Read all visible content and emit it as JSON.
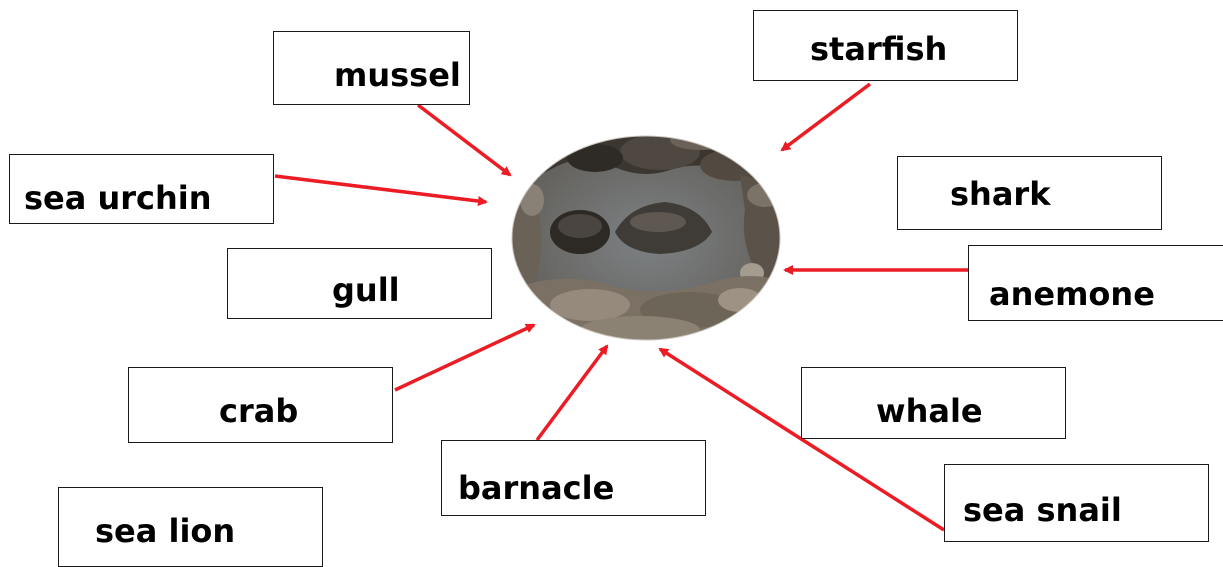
{
  "labels": {
    "mussel": "mussel",
    "starfish": "starfish",
    "shark": "shark",
    "sea_urchin": "sea urchin",
    "gull": "gull",
    "anemone": "anemone",
    "crab": "crab",
    "whale": "whale",
    "barnacle": "barnacle",
    "sea_snail": "sea snail",
    "sea_lion": "sea lion"
  },
  "colors": {
    "arrow": "#ec1c24",
    "box_border": "#1a1a1a",
    "text": "#000000"
  },
  "center_image": "tide-pool-photo"
}
